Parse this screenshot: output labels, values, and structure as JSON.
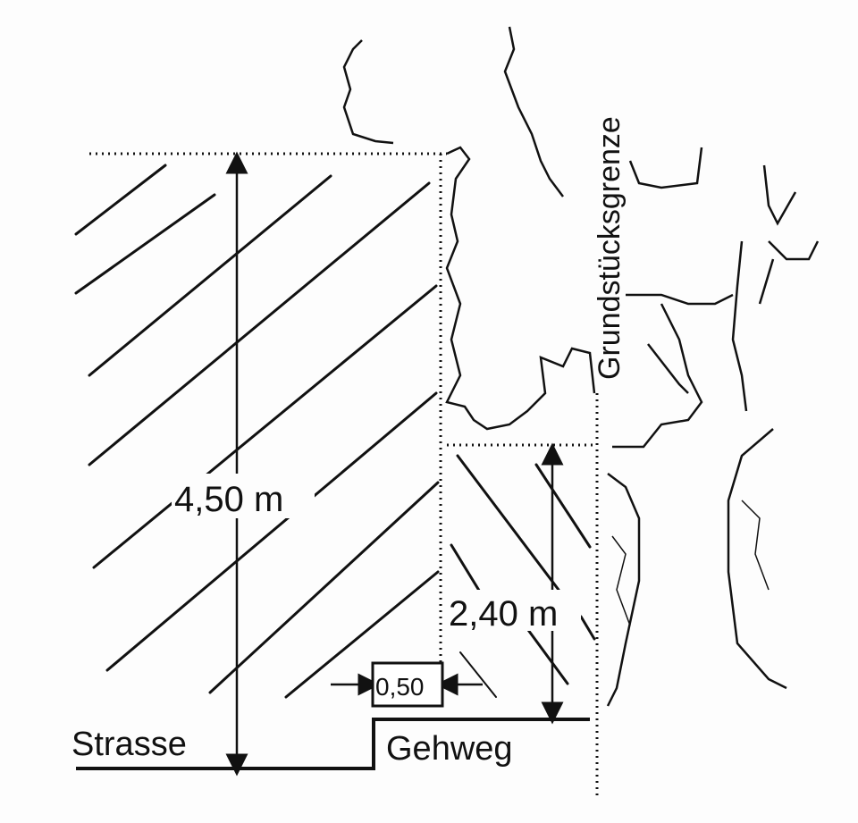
{
  "labels": {
    "height_main": "4,50 m",
    "height_sidewalk": "2,40 m",
    "offset": "0,50",
    "street": "Strasse",
    "sidewalk": "Gehweg",
    "property_line": "Grundstücksgrenze"
  }
}
